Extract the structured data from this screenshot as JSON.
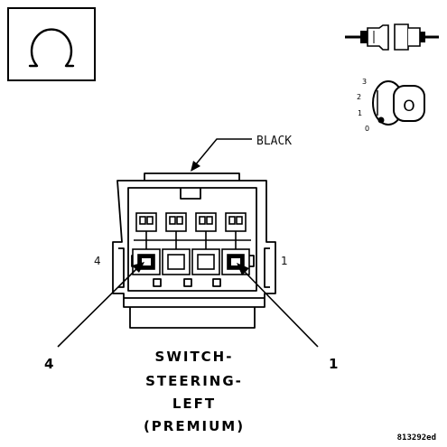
{
  "ohm_symbol": "Ω",
  "color_label": "BLACK",
  "pin_left_label": "4",
  "pin_right_label": "1",
  "callout_left": "4",
  "callout_right": "1",
  "title_lines": [
    "SWITCH-",
    "STEERING-",
    "LEFT",
    "(PREMIUM)"
  ],
  "figure_code": "813292ed",
  "ignition_positions": [
    "3",
    "2",
    "1",
    "0"
  ],
  "ignition_key_label": "O",
  "icons": {
    "ohm": "ohm-meter-icon",
    "connector": "disconnected-connector-icon",
    "ignition": "ignition-key-off-icon"
  }
}
